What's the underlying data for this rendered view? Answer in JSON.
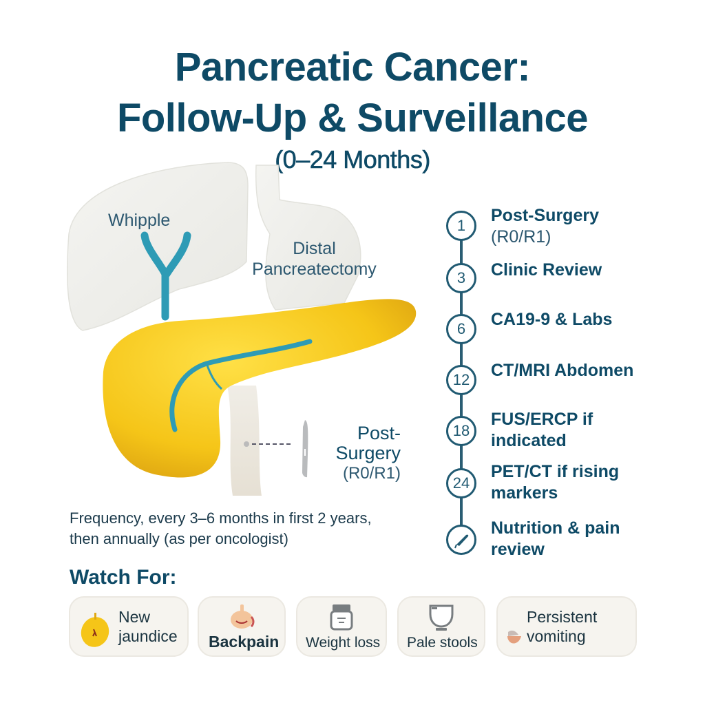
{
  "header": {
    "title_line1": "Pancreatic Cancer:",
    "title_line2": "Follow-Up & Surveillance",
    "subtitle": "(0–24 Months)"
  },
  "illustration": {
    "labels": {
      "whipple": "Whipple",
      "distal_line1": "Distal",
      "distal_line2": "Pancreatectomy",
      "post_line1": "Post-",
      "post_line2": "Surgery",
      "post_line3": "(R0/R1)"
    },
    "icons": [
      "liver-icon",
      "stomach-icon",
      "pancreas-icon",
      "bile-duct-icon",
      "scalpel-icon"
    ],
    "colors": {
      "pancreas": "#F5C518",
      "duct": "#2E9BB5",
      "organs": "#EEEEEA"
    }
  },
  "frequency": {
    "line1": "Frequency, every 3–6 months in first 2 years,",
    "line2": "then annually (as per oncologist)"
  },
  "timeline": {
    "steps": [
      {
        "marker": "1",
        "label": "Post-Surgery",
        "sub": "(R0/R1)"
      },
      {
        "marker": "3",
        "label": "Clinic Review"
      },
      {
        "marker": "6",
        "label": "CA19-9 & Labs"
      },
      {
        "marker": "12",
        "label": "CT/MRI Abdomen"
      },
      {
        "marker": "18",
        "label": "FUS/ERCP if",
        "label2": "indicated"
      },
      {
        "marker": "24",
        "label": "PET/CT if rising",
        "label2": "markers"
      },
      {
        "marker": "pen-icon",
        "label": "Nutrition & pain",
        "label2": "review"
      }
    ],
    "color": "#205A72"
  },
  "watch_for": {
    "heading": "Watch For:",
    "items": [
      {
        "icon": "jaundice-drop-icon",
        "line1": "New",
        "line2": "jaundice"
      },
      {
        "icon": "back-pain-icon",
        "line1": "Backpain"
      },
      {
        "icon": "scale-icon",
        "line1": "Weight loss"
      },
      {
        "icon": "toilet-icon",
        "line1": "Pale stools"
      },
      {
        "icon": "vomit-bowl-icon",
        "line1": "Persistent",
        "line2": "vomiting"
      }
    ]
  }
}
